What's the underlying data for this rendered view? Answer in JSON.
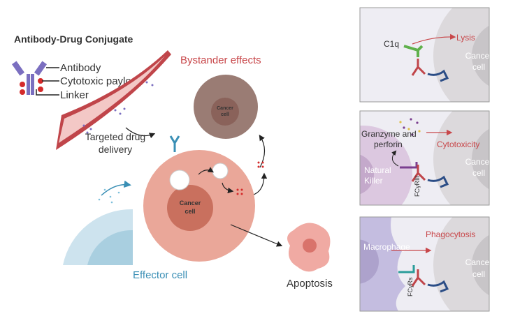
{
  "legend": {
    "title": "Antibody-Drug Conjugate",
    "items": [
      "Antibody",
      "Cytotoxic payload",
      "Linker"
    ]
  },
  "main": {
    "bystander": "Bystander effects",
    "bystander_cell": [
      "Cancer",
      "cell"
    ],
    "targeted": [
      "Targeted drug",
      "delivery"
    ],
    "cancer_cell": [
      "Cancer",
      "cell"
    ],
    "effector": "Effector cell",
    "apoptosis": "Apoptosis"
  },
  "panels": [
    {
      "ligand": "C1q",
      "outcome": "Lysis",
      "target": [
        "Cancer",
        "cell"
      ]
    },
    {
      "effector": [
        "Natural",
        "Killer"
      ],
      "secreted": [
        "Granzyme and",
        "perforin"
      ],
      "receptor": "FCγRIII",
      "outcome": "Cytotoxicity",
      "target": [
        "Cancer",
        "cell"
      ]
    },
    {
      "effector": "Macrophage",
      "receptor": "FCγRs",
      "outcome": "Phagocytosis",
      "target": [
        "Cancer",
        "cell"
      ]
    }
  ],
  "colors": {
    "red_text": "#c8474a",
    "antibody": "#7b6fc0",
    "effector_blue": "#3a8fb5",
    "cancer_pink": "#e9a89a",
    "panel_bg": "#eeedf3"
  }
}
